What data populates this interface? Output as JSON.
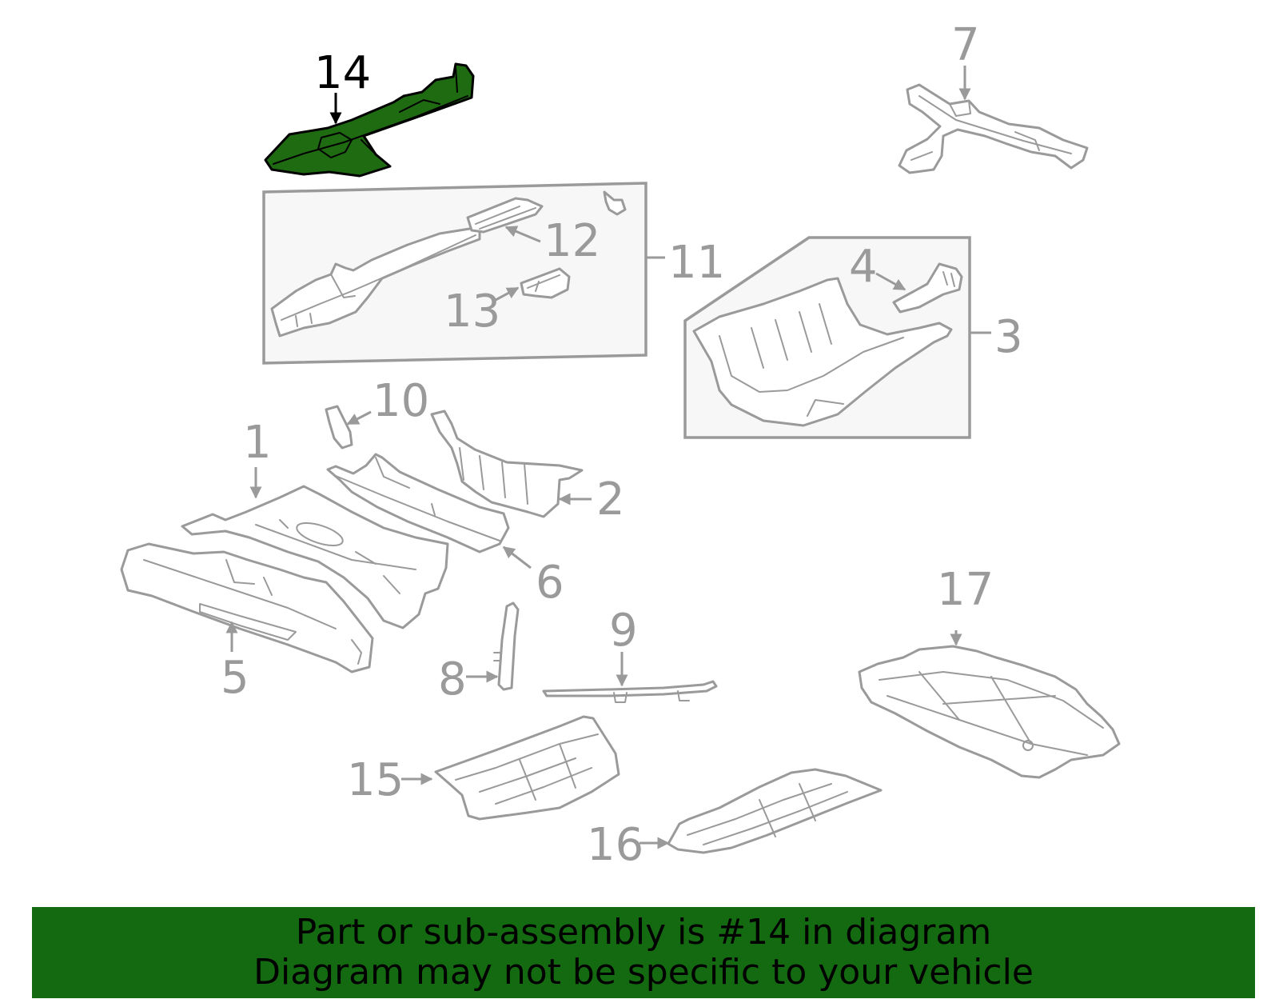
{
  "diagram": {
    "highlighted_part": "14",
    "highlight_color": "#1f6b12",
    "line_color": "#9a9a9a",
    "callouts": [
      "1",
      "2",
      "3",
      "4",
      "5",
      "6",
      "7",
      "8",
      "9",
      "10",
      "11",
      "12",
      "13",
      "14",
      "15",
      "16",
      "17"
    ]
  },
  "banner": {
    "line1": "Part or sub-assembly is #14 in diagram",
    "line2": "Diagram may not be specific to your vehicle",
    "background": "#146a10"
  }
}
